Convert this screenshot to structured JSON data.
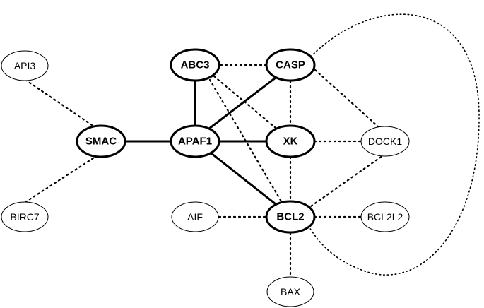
{
  "nodes": {
    "abc3": "ABC3",
    "casp": "CASP",
    "api3": "API3",
    "smac": "SMAC",
    "apaf1": "APAF1",
    "xk": "XK",
    "dock1": "DOCK1",
    "birc7": "BIRC7",
    "aif": "AIF",
    "bcl2": "BCL2",
    "bcl2l2": "BCL2L2",
    "bax": "BAX"
  }
}
